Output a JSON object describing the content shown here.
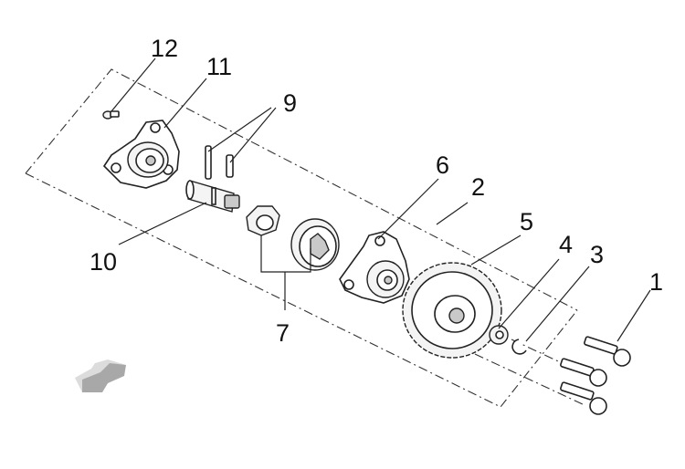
{
  "callouts": [
    "12",
    "11",
    "9",
    "10",
    "6",
    "2",
    "5",
    "4",
    "3",
    "1",
    "7"
  ],
  "colors": {
    "line": "#222222",
    "arrow_light": "#dcdcdc",
    "arrow_dark": "#a8a8a8"
  },
  "icons": {
    "direction": "front-arrow-icon"
  }
}
